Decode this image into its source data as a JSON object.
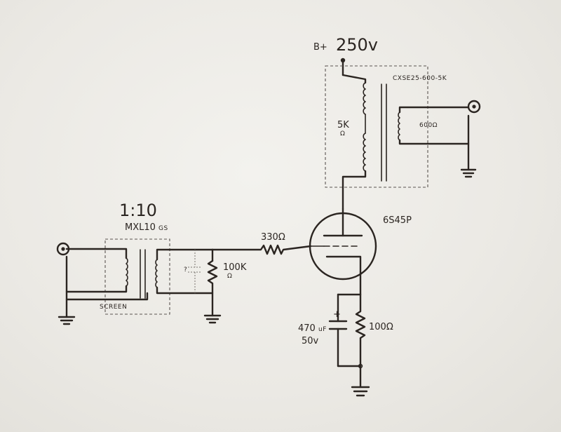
{
  "supply": {
    "label": "B+",
    "voltage": "250v"
  },
  "output_transformer": {
    "model": "CXSE25-600-5K",
    "primary": "5K",
    "primary_unit": "Ω",
    "secondary": "600Ω"
  },
  "tube": {
    "name": "6S45P"
  },
  "input_transformer": {
    "ratio": "1:10",
    "model": "MXL10",
    "model_suffix": "GS",
    "shield_label": "SCREEN"
  },
  "grid_load": {
    "value": "100K",
    "unit": "Ω",
    "optional_cap": "?"
  },
  "grid_stopper": {
    "value": "330Ω"
  },
  "cathode_cap": {
    "value": "470",
    "unit": "uF",
    "voltage": "50v",
    "polarity": "+"
  },
  "cathode_resistor": {
    "value": "100Ω"
  }
}
